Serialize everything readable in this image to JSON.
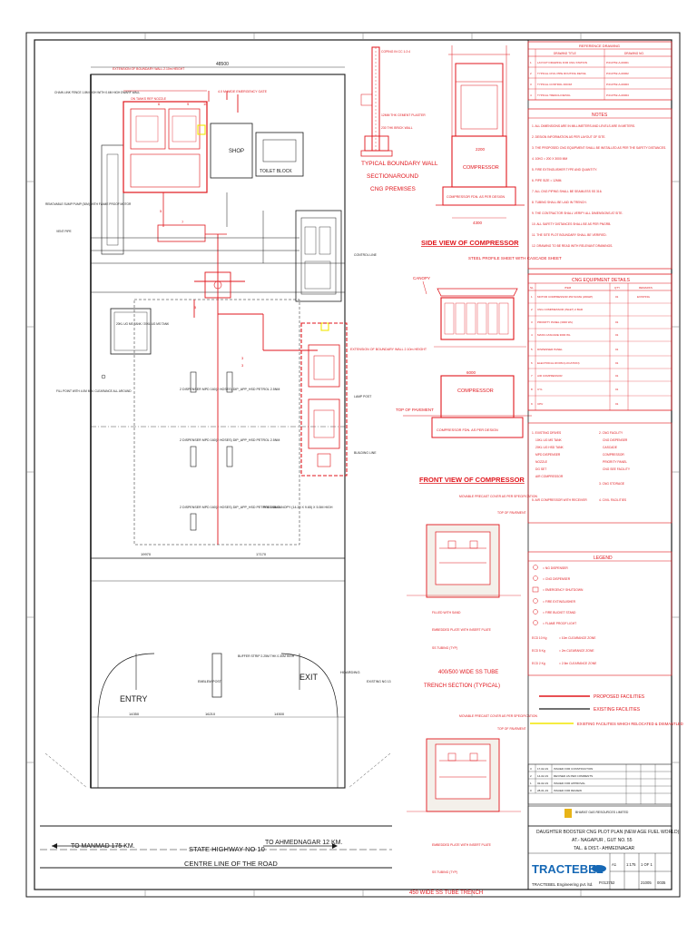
{
  "site_plan": {
    "dims": {
      "top": "48500",
      "left_lower": "19970",
      "right_lower": "17170",
      "bottom_left": "14350",
      "bottom_mid": "16210",
      "bottom_right": "14500"
    },
    "callouts": {
      "ext_boundary_top": "EXTENSION OF BOUNDARY WALL 2.10m HEIGHT",
      "emergency_gate": "4.0 M WIDE EMERGENCY GATE",
      "chain_link_fence": "CHAIN LINK FENCE 1.8M HIGH WITH 0.6M HIGH DWARF WALL",
      "removable_pump": "REMOVABLE SUMP PUMP (30M) WITH FLAME PROOF MOTOR",
      "vent_pipe": "VENT PIPE",
      "fill_point": "FILL POINT WITH 4.0M MIN. CLEARANCE ALL AROUND",
      "ext_boundary_right": "EXTENSION OF BOUNDARY WALL 2.10m HEIGHT",
      "lamp_post": "LAMP POST",
      "control_line": "CONTROL LINE",
      "building_line": "BUILDING LINE",
      "emblem_post": "EMBLEM POST",
      "buffer_strip": "BUFFER STRIP 2.25M THK 0.30M HIGH",
      "hoarding": "HOARDING",
      "existing_ng": "EXISTING NG 13",
      "shop": "SHOP",
      "toilet_block": "TOILET BLOCK",
      "ng_tank_lines": "ON TANKS REF NOZZLE",
      "ng_canopy": "PREFAB CANOPY (14.20 X 9.65) X 5.5M HIGH",
      "dispenser_1": "2 DISPENSER MPD 160(2 HOSES) DIP_APP_HSD PETROL 2.5NM",
      "dispenser_2": "2 DISPENSER MPD 160(2 HOSES) DIP_APP_HSD PETROL 2.5NM",
      "dispenser_3": "2 DISPENSER MPD 160(2 HOSES) DIP_APP_HSD PETROL 2.5NM",
      "tank_box": "20KL UG MS TANK / 20KL UG MS TANK"
    },
    "entry": "ENTRY",
    "exit": "EXIT",
    "to_manmad": "TO MANMAD 175 KM.",
    "highway": "STATE HIGHWAY NO 10",
    "to_ahmednagar": "TO AHMEDNAGAR 12 KM.",
    "centre_line": "CENTRE LINE OF THE ROAD"
  },
  "boundary_wall": {
    "title_1": "TYPICAL BOUNDARY WALL",
    "title_2": "SECTIONAROUND",
    "title_3": "CNG PREMISES",
    "note_coping": "COPING IN CC 1:2:4",
    "note_plaster": "12MM THK CEMENT PLASTER",
    "note_brick": "230 THK BRICK WALL"
  },
  "side_view": {
    "title": "SIDE VIEW OF COMPRESSOR",
    "compressor": "COMPRESSOR",
    "foundation": "COMPRESSOR FDN. AS PER DESIGN",
    "dim_top": "2200",
    "dim_bottom": "4300"
  },
  "front_view": {
    "title": "FRONT VIEW OF COMPRESSOR",
    "canopy": "CANOPY",
    "steel_profile": "STEEL PROFILE SHEET WITH CASCADE SHEET",
    "compressor": "COMPRESSOR",
    "foundation": "COMPRESSOR FDN. AS PER DESIGN",
    "top_of_pavement": "TOP OF PAVEMENT",
    "dim": "6000"
  },
  "trench_1": {
    "title_1": "400/500 WIDE SS TUBE",
    "title_2": "TRENCH SECTION (TYPICAL)",
    "note_cover": "MOVABLE PRECAST COVER AS PER SPECIFICATION",
    "note_pavement": "TOP OF PAVEMENT",
    "note_sand": "FILLED WITH SAND",
    "note_rod": "SS TUBING (TYP)",
    "note_embed": "EMBEDDED PLATE WITH INSERT PLATE"
  },
  "trench_2": {
    "title": "450 WIDE SS TUBE TRENCH",
    "note_cover": "MOVABLE PRECAST COVER AS PER SPECIFICATION",
    "note_pavement": "TOP OF PAVEMENT",
    "note_rod": "SS TUBING (TYP)",
    "note_embed": "EMBEDDED PLATE WITH INSERT PLATE"
  },
  "reference_drawing": {
    "title": "REFERENCE DRAWING",
    "headers": [
      "DRAWING TITLE",
      "DRAWING NO."
    ],
    "rows": [
      {
        "no": "1",
        "title": "LAYOUT DRAWING FOR CNG STATION",
        "code": "P.013752-A-00001"
      },
      {
        "no": "2",
        "title": "TYPICAL CIVIL PIPE ROUTING DETAIL",
        "code": "P.013752-A-00002"
      },
      {
        "no": "3",
        "title": "TYPICAL CONTROL ROOM",
        "code": "P.013752-A-00003"
      },
      {
        "no": "4",
        "title": "TYPICAL TRENCH DETAIL",
        "code": "P.013752-A-00004"
      }
    ]
  },
  "notes": {
    "title": "NOTES",
    "items": [
      "1. ALL DIMENSIONS ARE IN MILLIMETERS AND LEVELS ARE IN METERS.",
      "2. DESIGN INFORMATION AS PER LAYOUT OF SITE.",
      "3. THE PROPOSED CNG EQUIPMENT SHALL BE INSTALLED AS PER THE SAFETY DISTANCES.",
      "4. 10KG = 200 X 3000 MM",
      "5. FIRE EXTINGUISHER TYPE AND QUANTITY.",
      "6. PIPE SIZE = 12MM.",
      "7. ALL CNG PIPING SHALL BE SEAMLESS SS 316.",
      "8. TUBING SHALL BE LAID IN TRENCH.",
      "9. THE CONTRACTOR SHALL VERIFY ALL DIMENSIONS AT SITE.",
      "10. ALL SAFETY DISTANCES SHALL BE AS PER PNGRB.",
      "11. THE SITE PLOT BOUNDARY SHALL BE VERIFIED.",
      "12. DRAWING TO BE READ WITH RELEVANT DRAWINGS."
    ]
  },
  "cng_equipment": {
    "title": "CNG EQUIPMENT DETAILS",
    "headers": [
      "SL.",
      "ITEM",
      "QTY",
      "REMARKS"
    ],
    "rows": [
      {
        "sl": "1",
        "item": "MOTOR COMPRESSOR 450 SCMH (200HP)",
        "qty": "01",
        "remarks": "EXISTING"
      },
      {
        "sl": "2",
        "item": "CNG COMPRESSOR (INLET) 2 BAR",
        "qty": "",
        "remarks": ""
      },
      {
        "sl": "3",
        "item": "PRIORITY PANEL (3000 WL)",
        "qty": "01",
        "remarks": ""
      },
      {
        "sl": "4",
        "item": "MASS CASCADE 3000 WL",
        "qty": "01",
        "remarks": ""
      },
      {
        "sl": "5",
        "item": "DISPENSER PANEL",
        "qty": "01",
        "remarks": ""
      },
      {
        "sl": "6",
        "item": "ELECTRICAL ROOM (LOCATION)",
        "qty": "01",
        "remarks": ""
      },
      {
        "sl": "7",
        "item": "AIR COMPRESSOR",
        "qty": "01",
        "remarks": ""
      },
      {
        "sl": "8",
        "item": "CYL",
        "qty": "01",
        "remarks": ""
      },
      {
        "sl": "9",
        "item": "CPU",
        "qty": "01",
        "remarks": ""
      }
    ]
  },
  "existing_block": {
    "col1_title": "1. EXISTING DRIVES",
    "col1_items": [
      "10KL UG MS TANK",
      "20KL UG HSD TANK",
      "MPD DISPENSER",
      "NOZZLE",
      "DG SET",
      "AIR COMPRESSOR"
    ],
    "col2_title": "2. CNG FACILITY",
    "col2_items": [
      "CNG DISPENSER",
      "CASCADE",
      "COMPRESSOR",
      "PRIORITY PANEL",
      "CNG SEE FACILITY"
    ],
    "col3_items": [
      "3. CNG STORAGE",
      "4. CIVIL FACILITIES"
    ],
    "air_compressor": "5. AIR COMPRESSOR WITH RECEIVER"
  },
  "legend": {
    "title": "LEGEND",
    "items": [
      "= NG DISPENSER",
      "= CNG DISPENSER",
      "= EMERGENCY SHUTDOWN",
      "= FIRE EXTINGUISHER",
      "= FIRE BUCKET STAND",
      "= FLAME PROOF LIGHT",
      "= 10m CLEARANCE ZONE",
      "= 2m CLEARANCE ZONE",
      "= 2.5m CLEARANCE ZONE"
    ],
    "proposed": "PROPOSED FACILITIES",
    "existing": "EXISTING FACILITIES",
    "relocated": "EXISTING FACILITIES WHICH RELOCATED & DISMANTLED"
  },
  "revisions": {
    "rows": [
      {
        "rev": "3",
        "date": "17-02-19",
        "desc": "ISSUED FOR CONSTRUCTION"
      },
      {
        "rev": "2",
        "date": "14-02-19",
        "desc": "REVISED AS PER COMMENTS"
      },
      {
        "rev": "1",
        "date": "02-02-19",
        "desc": "ISSUED FOR APPROVAL"
      },
      {
        "rev": "0",
        "date": "28-01-19",
        "desc": "ISSUED FOR REVIEW"
      }
    ]
  },
  "title_block": {
    "client": "BHARAT GAS RESOURCES LIMITED",
    "title_1": "DAUGHTER BOOSTER CNG PLOT PLAN (NEW AGE FUEL WORLD)",
    "title_2": "AT.- NAGAPUR , GUT NO. 55",
    "title_3": "TAL. & DIST.- AHMEDNAGAR",
    "company_logo": "TRACTEBEL",
    "company_line": "TRACTEBEL Engineering pvt. ltd.",
    "project_no": "P.013752",
    "sheet": "1 OF 1",
    "drawing_no": "21005",
    "rev": "0035",
    "scale": "1:175",
    "size": "A1"
  },
  "colors": {
    "proposed": "#e0161c",
    "existing": "#1a1a1a",
    "relocated": "#f2e600"
  }
}
